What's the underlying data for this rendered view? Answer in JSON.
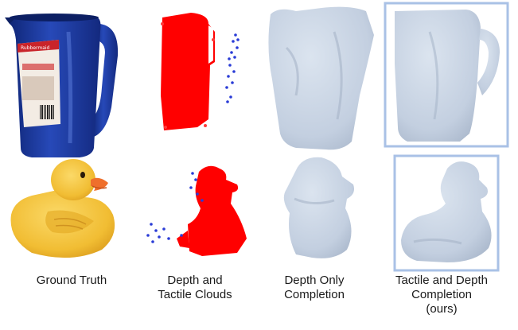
{
  "figure": {
    "columns": [
      {
        "lines": [
          "Ground Truth"
        ]
      },
      {
        "lines": [
          "Depth and",
          "Tactile Clouds"
        ]
      },
      {
        "lines": [
          "Depth Only",
          "Completion"
        ]
      },
      {
        "lines": [
          "Tactile and Depth",
          "Completion",
          "(ours)"
        ]
      }
    ],
    "rows": [
      {
        "object": "pitcher-photo"
      },
      {
        "object": "duck-photo"
      }
    ],
    "colors": {
      "depth_points": "#ff0000",
      "tactile_points": "#2a3cd6",
      "mesh": "#c7d3e3",
      "highlight_box": "#a9c1e6",
      "pitcher_body": "#1c3a9e",
      "duck_body": "#f3c33a"
    }
  }
}
